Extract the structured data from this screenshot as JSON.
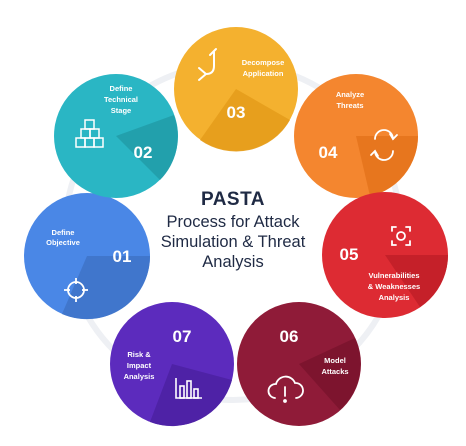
{
  "center": {
    "title": "PASTA",
    "lines": [
      "Process for Attack",
      "Simulation & Threat",
      "Analysis"
    ]
  },
  "stages": [
    {
      "number": "01",
      "label": [
        "Define",
        "Objective"
      ],
      "color": "#4a87e6",
      "dark": "#3f74c9",
      "icon": "crosshair-icon"
    },
    {
      "number": "02",
      "label": [
        "Define",
        "Technical",
        "Stage"
      ],
      "color": "#2ab6c4",
      "dark": "#219daa",
      "icon": "cubes-icon"
    },
    {
      "number": "03",
      "label": [
        "Decompose",
        "Application"
      ],
      "color": "#f4b12f",
      "dark": "#e69d1c",
      "icon": "branch-arrow-icon"
    },
    {
      "number": "04",
      "label": [
        "Analyze",
        "Threats"
      ],
      "color": "#f4862f",
      "dark": "#e5741d",
      "icon": "refresh-icon"
    },
    {
      "number": "05",
      "label": [
        "Vulnerabilities",
        "& Weaknesses",
        "Analysis"
      ],
      "color": "#dd2b33",
      "dark": "#c21f28",
      "icon": "focus-icon"
    },
    {
      "number": "06",
      "label": [
        "Model",
        "Attacks"
      ],
      "color": "#8f1b38",
      "dark": "#7b142e",
      "icon": "cloud-alert-icon"
    },
    {
      "number": "07",
      "label": [
        "Risk &",
        "Impact",
        "Analysis"
      ],
      "color": "#5c2bbd",
      "dark": "#4c21a3",
      "icon": "bar-chart-icon"
    }
  ]
}
